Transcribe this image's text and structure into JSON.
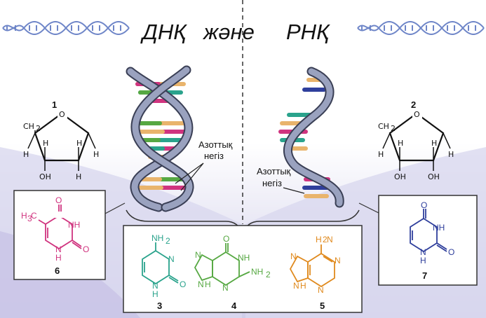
{
  "title": {
    "left": "ДНҚ",
    "conj": "және",
    "right": "РНҚ"
  },
  "sugars": [
    {
      "number": "1",
      "ch2": "CH",
      "sub2": "2",
      "o": "O",
      "h": "H",
      "oh": "OH"
    },
    {
      "number": "2",
      "ch2": "CH",
      "sub2": "2",
      "o": "O",
      "h": "H",
      "oh": "OH"
    }
  ],
  "dna_label": {
    "line1": "Азоттық",
    "line2": "негіз"
  },
  "rna_label": {
    "line1": "Азоттық",
    "line2": "негіз"
  },
  "bases": [
    {
      "number": "6",
      "color": "#d0347f",
      "atoms": {
        "h3c": "H",
        "h3c_sub": "3",
        "h3c_c": "C",
        "o1": "O",
        "nh": "NH",
        "o2": "O",
        "n": "N",
        "h": "H"
      }
    },
    {
      "number": "3",
      "color": "#2aa38c",
      "atoms": {
        "nh2": "NH",
        "nh2_sub": "2",
        "n": "N",
        "o": "O",
        "nh": "N",
        "h": "H"
      }
    },
    {
      "number": "4",
      "color": "#56a842",
      "atoms": {
        "o": "O",
        "nh": "NH",
        "n1": "N",
        "nh2": "NH",
        "nh2_sub": "2",
        "n2": "N",
        "n3": "N",
        "h": "H"
      }
    },
    {
      "number": "5",
      "color": "#e08a1e",
      "atoms": {
        "nh2": "H",
        "nh2_n": "N",
        "nh2_sub": "2",
        "n1": "N",
        "n2": "N",
        "n3": "N",
        "n4": "N",
        "h": "H"
      }
    },
    {
      "number": "7",
      "color": "#2f3f9c",
      "atoms": {
        "o1": "O",
        "nh": "NH",
        "o2": "O",
        "n": "N",
        "h": "H"
      }
    }
  ],
  "colors": {
    "background": "#ffffff",
    "lavender": "#d7d6ee",
    "helix_strand": "#8f97b3",
    "helix_edge": "#3a3f55",
    "wave": "#6f86c8"
  }
}
